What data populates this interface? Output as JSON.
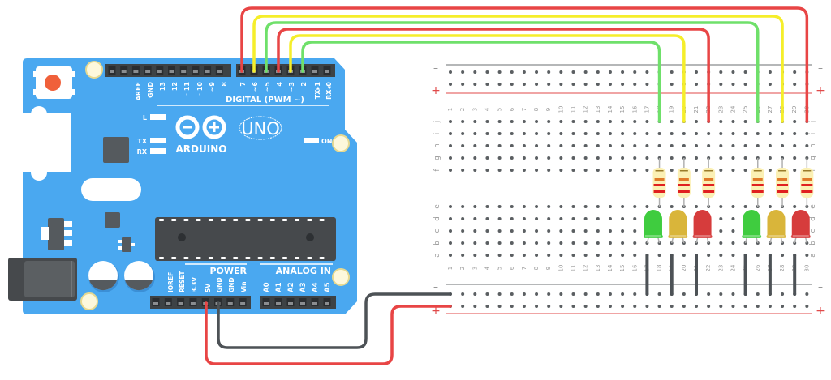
{
  "board": {
    "brand": "ARDUINO",
    "model": "UNO",
    "digital_header_label": "DIGITAL (PWM ~)",
    "digital_pins": [
      "AREF",
      "GND",
      "13",
      "12",
      "~11",
      "~10",
      "~9",
      "8",
      "7",
      "~6",
      "~5",
      "4",
      "~3",
      "2",
      "TX▸1",
      "RX◂0"
    ],
    "power_label": "POWER",
    "power_pins": [
      "IOREF",
      "RESET",
      "3.3V",
      "5V",
      "GND",
      "GND",
      "Vin"
    ],
    "analog_label": "ANALOG IN",
    "analog_pins": [
      "A0",
      "A1",
      "A2",
      "A3",
      "A4",
      "A5"
    ],
    "led_labels": {
      "l": "L",
      "tx": "TX",
      "rx": "RX",
      "on": "ON"
    },
    "colors": {
      "pcb": "#4aa8f0",
      "pcb_edge": "#3b8fd6",
      "chip": "#555a5e",
      "header": "#3d4245",
      "reset": "#f0603a"
    }
  },
  "breadboard": {
    "columns": 30,
    "top_rows": [
      "j",
      "i",
      "h",
      "g",
      "f"
    ],
    "bottom_rows": [
      "e",
      "d",
      "c",
      "b",
      "a"
    ],
    "rail_minus": "–",
    "rail_plus": "+",
    "colors": {
      "hole": "#5b5f62",
      "rail_minus_line": "#6b6f72",
      "rail_plus_line": "#e04a4a",
      "label": "#9a9a9a"
    }
  },
  "wires": [
    {
      "from_pin": "7",
      "to_column": 30,
      "color": "#e84545"
    },
    {
      "from_pin": "~6",
      "to_column": 28,
      "color": "#f5ee2a"
    },
    {
      "from_pin": "~5",
      "to_column": 26,
      "color": "#6fe06a"
    },
    {
      "from_pin": "4",
      "to_column": 22,
      "color": "#e84545"
    },
    {
      "from_pin": "~3",
      "to_column": 20,
      "color": "#f5ee2a"
    },
    {
      "from_pin": "2",
      "to_column": 18,
      "color": "#6fe06a"
    },
    {
      "from_pin": "5V",
      "to_rail": "bottom-plus",
      "color": "#e84545"
    },
    {
      "from_pin": "GND",
      "to_rail": "bottom-minus",
      "color": "#4d5256"
    }
  ],
  "leds": [
    {
      "color_name": "green",
      "color": "#3fcc3f",
      "column": 17
    },
    {
      "color_name": "yellow",
      "color": "#d9b53a",
      "column": 19
    },
    {
      "color_name": "red",
      "color": "#d63c3c",
      "column": 21
    },
    {
      "color_name": "green",
      "color": "#3fcc3f",
      "column": 25
    },
    {
      "color_name": "yellow",
      "color": "#d9b53a",
      "column": 27
    },
    {
      "color_name": "red",
      "color": "#d63c3c",
      "column": 29
    }
  ],
  "resistors": [
    {
      "column": 18
    },
    {
      "column": 20
    },
    {
      "column": 22
    },
    {
      "column": 26
    },
    {
      "column": 28
    },
    {
      "column": 30
    }
  ],
  "ground_jumpers": [
    {
      "column": 17
    },
    {
      "column": 19
    },
    {
      "column": 21
    },
    {
      "column": 25
    },
    {
      "column": 27
    },
    {
      "column": 29
    }
  ]
}
